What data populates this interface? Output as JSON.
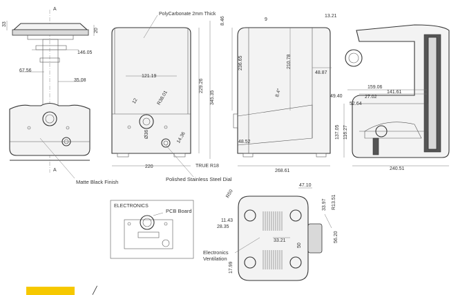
{
  "sheet": {
    "section_marker": "A",
    "dims": {
      "front": {
        "d33": "33",
        "d20": "20",
        "d146": "146.05",
        "d6756": "67.56",
        "d3508": "35.08"
      },
      "center": {
        "polycarb": "PolyCarbonate 2mm Thick",
        "d12119": "121.19",
        "r38": "R38.01",
        "d12": "12",
        "d36": "Ø36",
        "d1436": "14.36",
        "d22926": "229.26",
        "d34535": "345.35",
        "d220": "220",
        "true_r18": "TRUE R18"
      },
      "side": {
        "d846": "8.46",
        "d9": "9",
        "d1321": "13.21",
        "d23665": "236.65",
        "d21078": "210.78",
        "d4887": "48.87",
        "angle": "8.4°",
        "d4940": "49.40",
        "d4852": "48.52",
        "d26861": "268.61"
      },
      "section": {
        "d15906": "159.06",
        "d14161": "141.61",
        "d2702": "27.02",
        "d5264": "52.64",
        "d13705": "137.05",
        "d11627": "116.27",
        "d24051": "240.51"
      },
      "bottom": {
        "r50": "R50",
        "d4710": "47.10",
        "d3397": "33.97",
        "r1351": "R13.51",
        "d1143": "11.43",
        "d2835": "28.35",
        "d3321": "33.21",
        "d50": "50",
        "d5620": "56.20",
        "d1799": "17.99"
      }
    },
    "callouts": {
      "matte": "Matte Black Finish",
      "dial": "Polished Stainless Steel Dial",
      "electronics_title": "ELECTRONICS",
      "pcb": "PCB Board",
      "vent_line1": "Electronics",
      "vent_line2": "Ventilation"
    }
  }
}
